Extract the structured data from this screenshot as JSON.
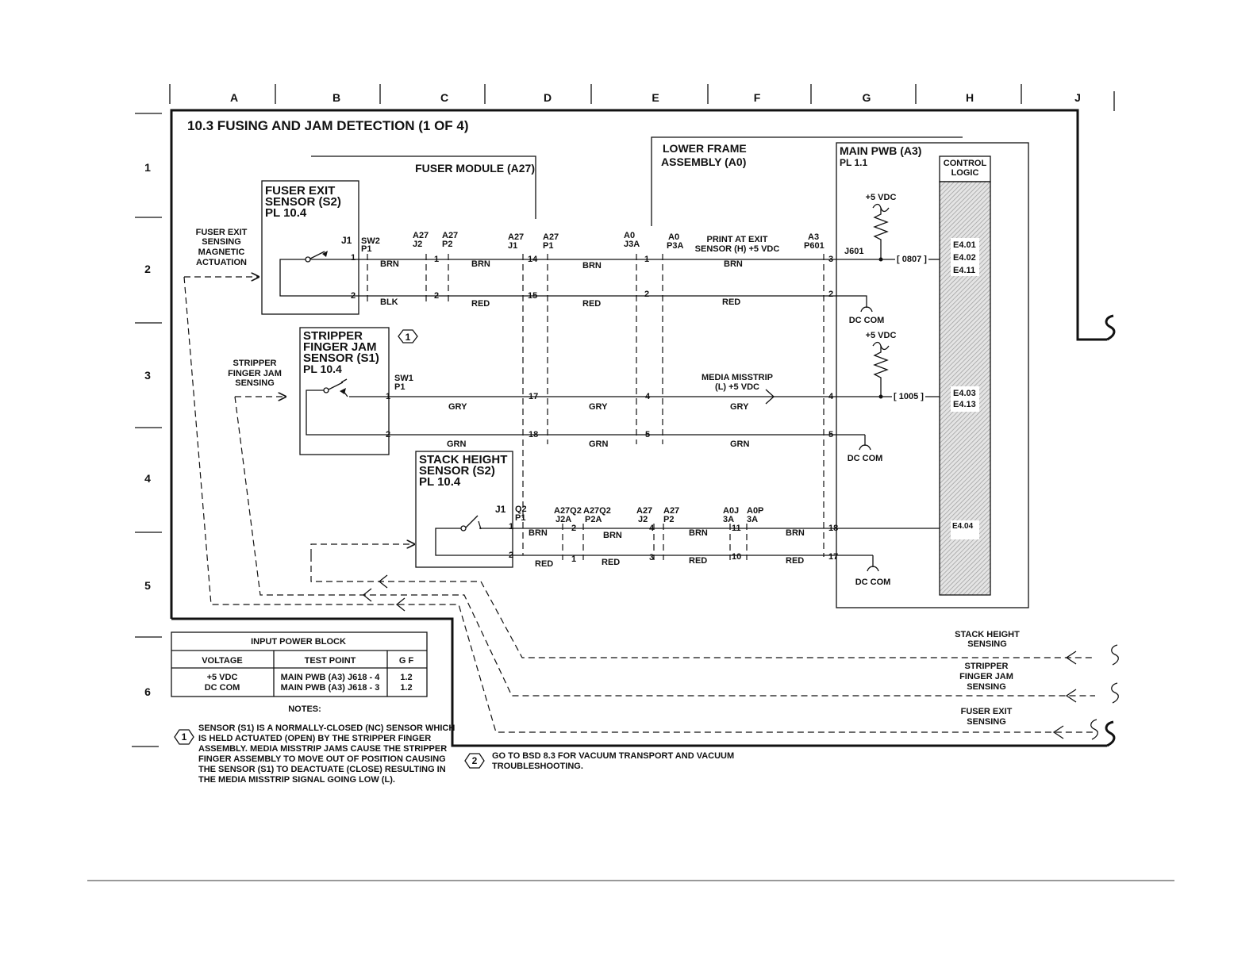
{
  "title": "10.3 FUSING AND JAM DETECTION (1 OF 4)",
  "grid": {
    "columns": [
      "A",
      "B",
      "C",
      "D",
      "E",
      "F",
      "G",
      "H",
      "J"
    ],
    "rows": [
      "1",
      "2",
      "3",
      "4",
      "5",
      "6"
    ]
  },
  "modules": {
    "fuser_module": "FUSER MODULE (A27)",
    "lower_frame": [
      "LOWER FRAME",
      "ASSEMBLY (A0)"
    ],
    "main_pwb": [
      "MAIN PWB (A3)",
      "PL 1.1"
    ],
    "control_logic": [
      "CONTROL",
      "LOGIC"
    ]
  },
  "sensors": {
    "fuser_exit": [
      "FUSER EXIT",
      "SENSOR (S2)",
      "PL 10.4"
    ],
    "stripper": [
      "STRIPPER",
      "FINGER JAM",
      "SENSOR (S1)",
      "PL 10.4"
    ],
    "stack_height": [
      "STACK HEIGHT",
      "SENSOR (S2)",
      "PL 10.4"
    ]
  },
  "side_labels": {
    "fuser_exit_sensing": [
      "FUSER EXIT",
      "SENSING",
      "MAGNETIC",
      "ACTUATION"
    ],
    "stripper_sensing": [
      "STRIPPER",
      "FINGER JAM",
      "SENSING"
    ]
  },
  "connectors": {
    "j1": "J1",
    "sw2": "SW2",
    "p1": "P1",
    "a27": "A27",
    "j2": "J2",
    "p2": "P2",
    "a0": "A0",
    "j3a": "J3A",
    "p3a": "P3A",
    "a3": "A3",
    "p601": "P601",
    "j601": "J601",
    "sw1": "SW1",
    "q2": "Q2",
    "a27q2": "A27Q2",
    "j2a": "J2A",
    "p2a": "P2A",
    "a0j": "A0J",
    "a0p": "A0P",
    "c3a": "3A"
  },
  "signals": {
    "print_at_exit": [
      "PRINT AT EXIT",
      "SENSOR (H) +5 VDC"
    ],
    "media_misstrip": [
      "MEDIA MISSTRIP",
      "(L) +5 VDC"
    ],
    "vdc5": "+5 VDC",
    "dc_com": "DC COM",
    "code_0807": "[ 0807 ]",
    "code_1005": "[ 1005 ]"
  },
  "wire_colors": {
    "brn": "BRN",
    "blk": "BLK",
    "red": "RED",
    "gry": "GRY",
    "grn": "GRN"
  },
  "pins": {
    "p1": "1",
    "p2": "2",
    "p3": "3",
    "p4": "4",
    "p5": "5",
    "p10": "10",
    "p11": "11",
    "p14": "14",
    "p15": "15",
    "p17": "17",
    "p18": "18"
  },
  "logic_pins": {
    "group1": [
      "E4.01",
      "E4.02",
      "E4.11"
    ],
    "group2": [
      "E4.03",
      "E4.13"
    ],
    "group3": [
      "E4.04"
    ]
  },
  "sensing_outputs": {
    "stack_height": [
      "STACK HEIGHT",
      "SENSING"
    ],
    "stripper": [
      "STRIPPER",
      "FINGER JAM",
      "SENSING"
    ],
    "fuser_exit": [
      "FUSER EXIT",
      "SENSING"
    ]
  },
  "power_table": {
    "title": "INPUT POWER BLOCK",
    "headers": [
      "VOLTAGE",
      "TEST POINT",
      "G F"
    ],
    "rows": [
      [
        "+5 VDC",
        "MAIN PWB (A3) J618 - 4",
        "1.2"
      ],
      [
        "DC COM",
        "MAIN PWB (A3) J618 - 3",
        "1.2"
      ]
    ]
  },
  "notes": {
    "heading": "NOTES:",
    "note1_num": "1",
    "note1": [
      "SENSOR (S1) IS A NORMALLY-CLOSED (NC) SENSOR WHICH",
      "IS HELD ACTUATED (OPEN) BY THE STRIPPER FINGER",
      "ASSEMBLY.  MEDIA MISSTRIP JAMS CAUSE THE STRIPPER",
      "FINGER ASSEMBLY TO MOVE OUT OF POSITION CAUSING",
      "THE SENSOR (S1) TO DEACTUATE (CLOSE) RESULTING IN",
      "THE MEDIA MISSTRIP SIGNAL GOING LOW (L)."
    ],
    "note2_num": "2",
    "note2": [
      "GO TO BSD 8.3 FOR VACUUM TRANSPORT AND VACUUM",
      "TROUBLESHOOTING."
    ]
  }
}
